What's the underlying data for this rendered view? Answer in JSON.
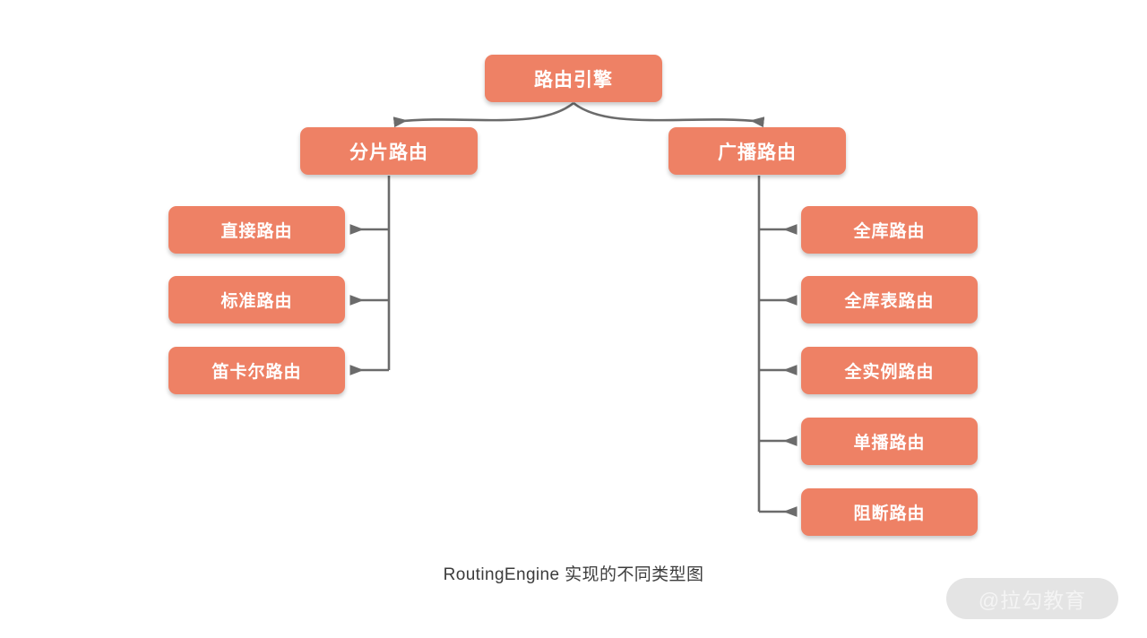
{
  "diagram": {
    "title_caption": "RoutingEngine 实现的不同类型图",
    "watermark": "@拉勾教育",
    "colors": {
      "node_fill": "#ee8165",
      "node_text": "#ffffff",
      "edge": "#6b6b6b",
      "background": "#ffffff",
      "caption_text": "#3c3c3c",
      "watermark_pill": "#e4e4e4",
      "watermark_text": "#f4f4f4"
    },
    "root": {
      "id": "routing-engine",
      "label": "路由引擎"
    },
    "branches": [
      {
        "id": "sharding-route",
        "label": "分片路由",
        "children": [
          {
            "id": "direct-route",
            "label": "直接路由"
          },
          {
            "id": "standard-route",
            "label": "标准路由"
          },
          {
            "id": "cartesian-route",
            "label": "笛卡尔路由"
          }
        ]
      },
      {
        "id": "broadcast-route",
        "label": "广播路由",
        "children": [
          {
            "id": "full-db-route",
            "label": "全库路由"
          },
          {
            "id": "full-db-table-route",
            "label": "全库表路由"
          },
          {
            "id": "full-instance-route",
            "label": "全实例路由"
          },
          {
            "id": "unicast-route",
            "label": "单播路由"
          },
          {
            "id": "block-route",
            "label": "阻断路由"
          }
        ]
      }
    ]
  }
}
